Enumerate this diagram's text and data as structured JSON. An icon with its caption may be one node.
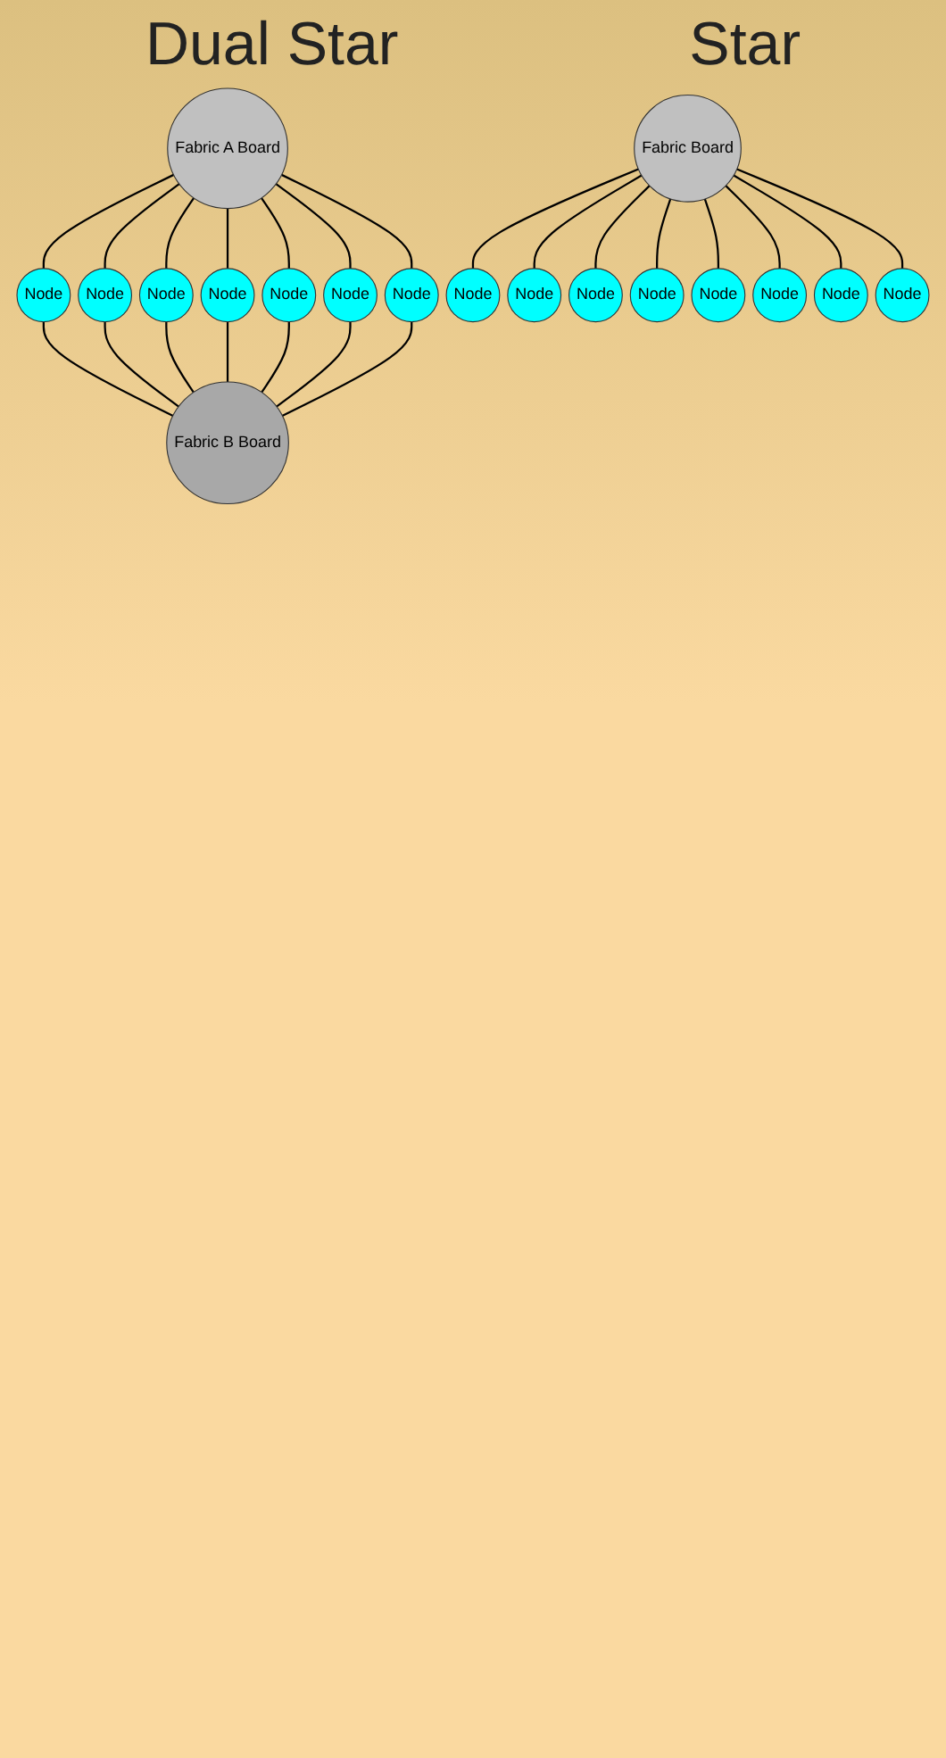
{
  "diagram": {
    "nodes": [
      {
        "text": [
          "Node"
        ]
      },
      {
        "text": [
          "Node"
        ]
      },
      {
        "text": [
          "Node"
        ]
      },
      {
        "text": [
          "Node"
        ]
      },
      {
        "text": [
          "Fabric A Board"
        ]
      },
      {
        "text": [
          "Node"
        ]
      },
      {
        "text": [
          "Fabric B Board"
        ]
      },
      {
        "text": [
          "Node"
        ]
      },
      {
        "text": [
          "Node"
        ]
      },
      {
        "text": [
          "Node"
        ]
      },
      {
        "text": [
          "Node"
        ]
      },
      {
        "text": [
          "Node"
        ]
      },
      {
        "text": [
          "Node"
        ]
      },
      {
        "text": [
          "Node"
        ]
      },
      {
        "text": [
          "Fabric Board"
        ]
      },
      {
        "text": [
          "Node"
        ]
      },
      {
        "text": [
          "Node"
        ]
      },
      {
        "text": [
          "Node"
        ]
      }
    ],
    "edges": [
      {
        "from": 4,
        "to": 0,
        "arrow": "none"
      },
      {
        "from": 4,
        "to": 1,
        "arrow": "none"
      },
      {
        "from": 4,
        "to": 2,
        "arrow": "none"
      },
      {
        "from": 4,
        "to": 3,
        "arrow": "none"
      },
      {
        "from": 4,
        "to": 5,
        "arrow": "none"
      },
      {
        "from": 4,
        "to": 7,
        "arrow": "none"
      },
      {
        "from": 4,
        "to": 8,
        "arrow": "none"
      },
      {
        "from": 0,
        "to": 6,
        "arrow": "none"
      },
      {
        "from": 1,
        "to": 6,
        "arrow": "none"
      },
      {
        "from": 2,
        "to": 6,
        "arrow": "none"
      },
      {
        "from": 3,
        "to": 6,
        "arrow": "none"
      },
      {
        "from": 5,
        "to": 6,
        "arrow": "none"
      },
      {
        "from": 7,
        "to": 6,
        "arrow": "none"
      },
      {
        "from": 8,
        "to": 6,
        "arrow": "none"
      },
      {
        "from": 14,
        "to": 9,
        "arrow": "none"
      },
      {
        "from": 14,
        "to": 10,
        "arrow": "none"
      },
      {
        "from": 14,
        "to": 11,
        "arrow": "none"
      },
      {
        "from": 14,
        "to": 12,
        "arrow": "none"
      },
      {
        "from": 14,
        "to": 13,
        "arrow": "none"
      },
      {
        "from": 14,
        "to": 15,
        "arrow": "none"
      },
      {
        "from": 14,
        "to": 16,
        "arrow": "none"
      },
      {
        "from": 14,
        "to": 17,
        "arrow": "none"
      }
    ],
    "labels": [
      "Dual Star",
      "Star"
    ]
  }
}
